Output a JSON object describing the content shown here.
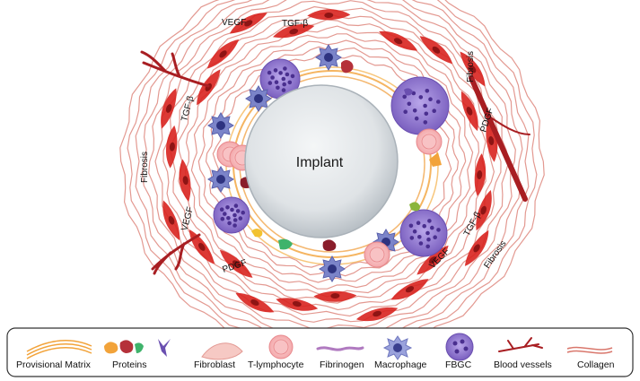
{
  "figure": {
    "implant_label": "Implant",
    "annotations": {
      "vegf_top": "VEGF",
      "tgf_top": "TGF-β",
      "fibrosis_top_right": "Fibrosis",
      "tgf_left": "TGF-β",
      "pdgf_right": "PDGF",
      "fibrosis_left": "Fibrosis",
      "vegf_left": "VEGF",
      "tgf_bottom_right": "TGF-β",
      "pdgf_bottom": "PDGF",
      "vegf_bottom_right": "VEGF",
      "fibrosis_bottom_right": "Fibrosis"
    }
  },
  "legend": {
    "items": [
      {
        "icon": "provisional-matrix-icon",
        "label": "Provisional Matrix"
      },
      {
        "icon": "proteins-icon",
        "label": "Proteins"
      },
      {
        "icon": "fibroblast-icon",
        "label": "Fibroblast"
      },
      {
        "icon": "t-lymphocyte-icon",
        "label": "T-lymphocyte"
      },
      {
        "icon": "fibrinogen-icon",
        "label": "Fibrinogen"
      },
      {
        "icon": "macrophage-icon",
        "label": "Macrophage"
      },
      {
        "icon": "fbgc-icon",
        "label": "FBGC"
      },
      {
        "icon": "blood-vessels-icon",
        "label": "Blood vessels"
      },
      {
        "icon": "collagen-icon",
        "label": "Collagen"
      }
    ]
  },
  "colors": {
    "collagen": "#d9776c",
    "fibroblast": "#d8231f",
    "fbgc": "#8a6fc9",
    "macrophage": "#7b84c9",
    "t_lymphocyte": "#f6b7b9",
    "provisional_matrix": "#f2a33a",
    "blood_vessel": "#a81e22",
    "implant": "#e3e6e8"
  }
}
